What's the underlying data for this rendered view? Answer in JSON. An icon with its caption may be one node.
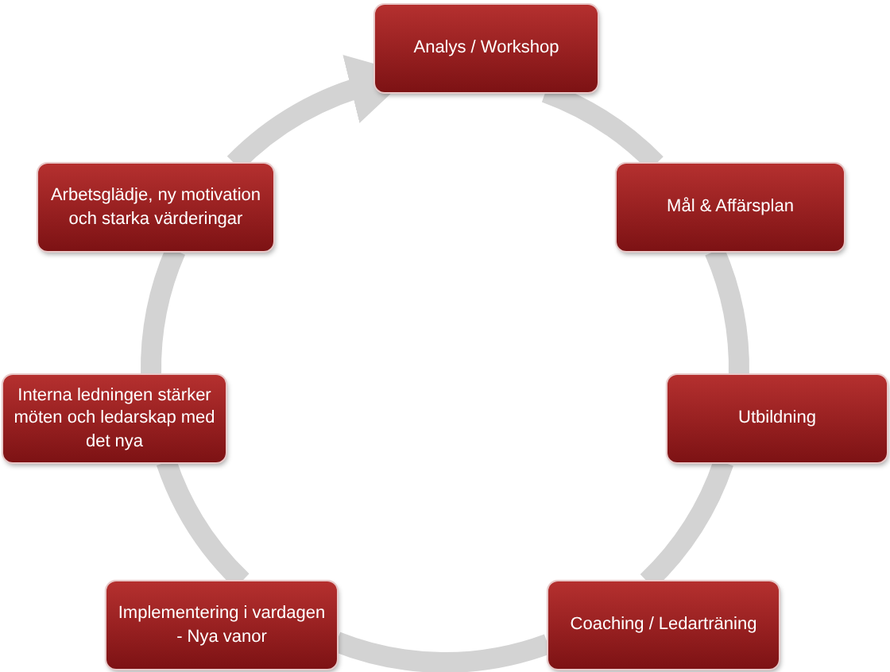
{
  "diagram": {
    "nodes": [
      {
        "text": [
          "Analys / Workshop"
        ]
      },
      {
        "text": [
          "Mål & Affärsplan"
        ]
      },
      {
        "text": [
          "Utbildning"
        ]
      },
      {
        "text": [
          "Coaching / Ledarträning"
        ]
      },
      {
        "text": [
          "Implementering i vardagen - Nya vanor"
        ]
      },
      {
        "text": [
          "Interna ledningen stärker möten och ledarskap med det nya"
        ]
      },
      {
        "text": [
          "Arbetsglädje, ny motivation och starka värderingar"
        ]
      }
    ],
    "edges": [
      {
        "from": 0,
        "to": 1,
        "arrow": "none"
      },
      {
        "from": 1,
        "to": 2,
        "arrow": "none"
      },
      {
        "from": 2,
        "to": 3,
        "arrow": "none"
      },
      {
        "from": 3,
        "to": 4,
        "arrow": "none"
      },
      {
        "from": 4,
        "to": 5,
        "arrow": "none"
      },
      {
        "from": 5,
        "to": 6,
        "arrow": "none"
      },
      {
        "from": 6,
        "to": 0,
        "arrow": "to"
      }
    ]
  }
}
